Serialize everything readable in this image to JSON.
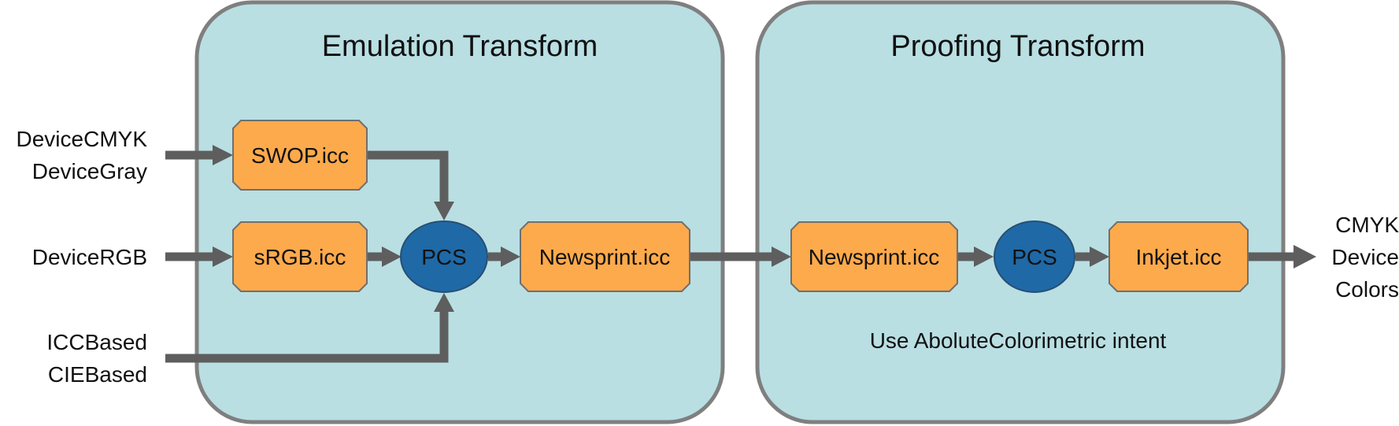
{
  "panels": {
    "emulation": {
      "title": "Emulation Transform"
    },
    "proofing": {
      "title": "Proofing Transform",
      "note": "Use AboluteColorimetric intent"
    }
  },
  "inputs": {
    "cmyk_gray": [
      "DeviceCMYK",
      "DeviceGray"
    ],
    "rgb": [
      "DeviceRGB"
    ],
    "icc_cie": [
      "ICCBased",
      "CIEBased"
    ]
  },
  "nodes": {
    "swop": "SWOP.icc",
    "srgb": "sRGB.icc",
    "pcs_emulation": "PCS",
    "newsprint_emulation": "Newsprint.icc",
    "newsprint_proofing": "Newsprint.icc",
    "pcs_proofing": "PCS",
    "inkjet": "Inkjet.icc"
  },
  "output": [
    "CMYK",
    "Device",
    "Colors"
  ],
  "colors": {
    "panel_fill": "#b9dfe3",
    "panel_border": "#7f7f7f",
    "profile_box": "#fdaa4c",
    "pcs_node": "#1f69a7",
    "connector": "#5e5e5e"
  }
}
